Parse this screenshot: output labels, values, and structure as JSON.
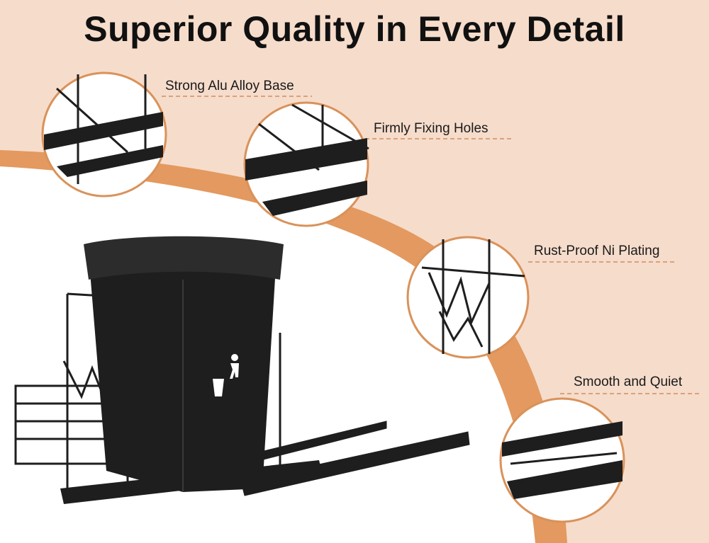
{
  "title": "Superior Quality in Every Detail",
  "features": [
    {
      "label": "Strong Alu Alloy Base",
      "icon": "detail-zoom-circle"
    },
    {
      "label": "Firmly Fixing Holes",
      "icon": "detail-zoom-circle"
    },
    {
      "label": "Rust-Proof Ni Plating",
      "icon": "detail-zoom-circle"
    },
    {
      "label": "Smooth and Quiet",
      "icon": "detail-zoom-circle"
    }
  ],
  "colors": {
    "background": "#f6dccb",
    "accent_arc": "#e3995f",
    "product": "#1e1e1e"
  }
}
